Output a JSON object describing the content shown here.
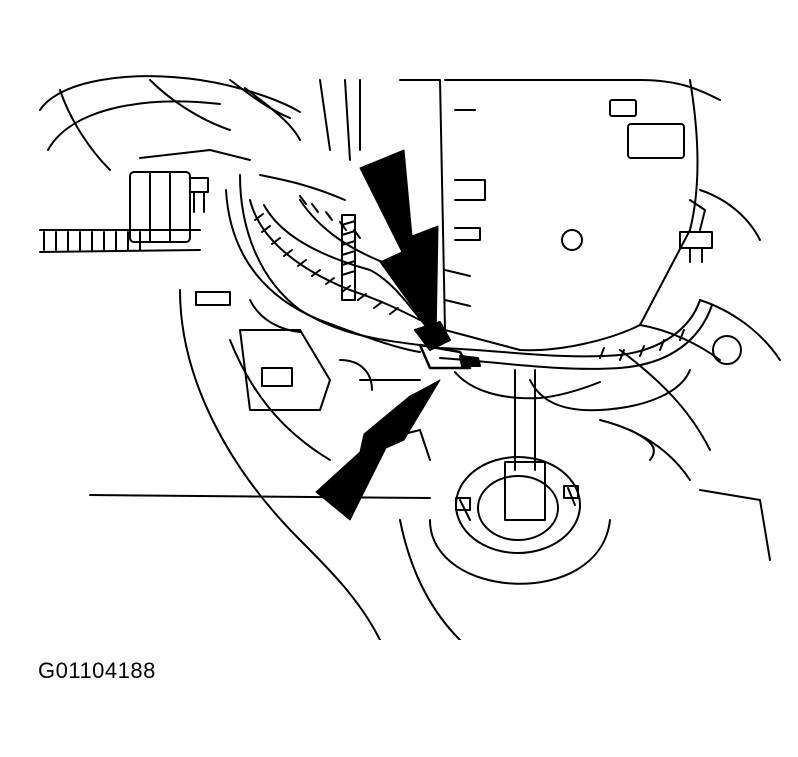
{
  "figure": {
    "code": "G01104188"
  },
  "colors": {
    "ink": "#000000",
    "paper": "#ffffff"
  },
  "callouts": [
    {
      "name": "upper-arrow",
      "points_to": "connector"
    },
    {
      "name": "lower-arrow",
      "points_to": "connector"
    }
  ]
}
